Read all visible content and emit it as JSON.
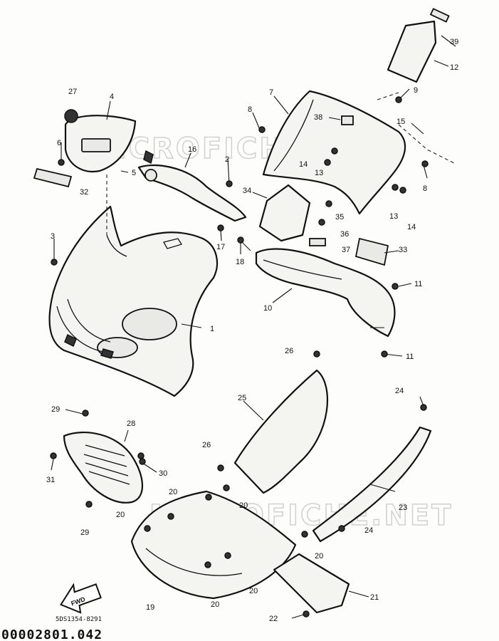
{
  "watermarks": [
    "MICROFICHE.NET",
    "MICROFICHE.NET"
  ],
  "diagram_code": "5DS1354-8291",
  "reference_code": "00002801.042",
  "fwd_label": "FWD",
  "callouts": [
    "1",
    "2",
    "3",
    "4",
    "5",
    "6",
    "7",
    "8",
    "8",
    "9",
    "10",
    "11",
    "11",
    "12",
    "13",
    "13",
    "14",
    "14",
    "15",
    "16",
    "17",
    "18",
    "19",
    "20",
    "20",
    "20",
    "20",
    "20",
    "20",
    "21",
    "22",
    "23",
    "24",
    "24",
    "25",
    "26",
    "26",
    "27",
    "28",
    "29",
    "29",
    "30",
    "31",
    "32",
    "33",
    "34",
    "35",
    "36",
    "37",
    "38",
    "39"
  ]
}
